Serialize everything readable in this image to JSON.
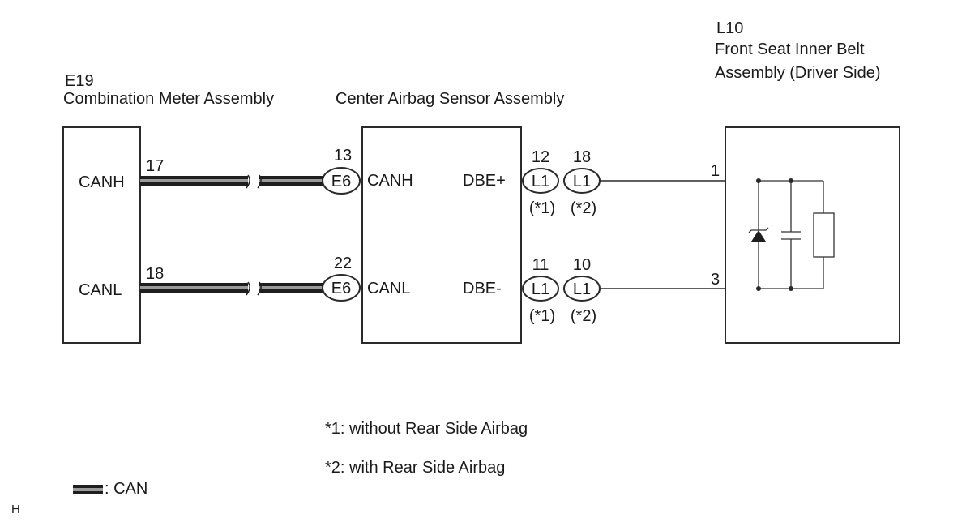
{
  "components": {
    "meter": {
      "code": "E19",
      "name": "Combination Meter Assembly",
      "pin_canh_label": "CANH",
      "pin_canl_label": "CANL",
      "pin_canh_no": "17",
      "pin_canl_no": "18"
    },
    "sensor": {
      "name": "Center Airbag Sensor Assembly",
      "pin_canh_label": "CANH",
      "pin_canl_label": "CANL",
      "pin_dbe_plus_label": "DBE+",
      "pin_dbe_minus_label": "DBE-"
    },
    "belt": {
      "code": "L10",
      "name_line1": "Front Seat Inner Belt",
      "name_line2": "Assembly (Driver Side)",
      "pin1": "1",
      "pin3": "3"
    }
  },
  "connectors": {
    "e6_canh": {
      "label": "E6",
      "pin": "13"
    },
    "e6_canl": {
      "label": "E6",
      "pin": "22"
    },
    "l1_dbe_plus_a": {
      "label": "L1",
      "pin": "12",
      "note": "(*1)"
    },
    "l1_dbe_plus_b": {
      "label": "L1",
      "pin": "18",
      "note": "(*2)"
    },
    "l1_dbe_minus_a": {
      "label": "L1",
      "pin": "11",
      "note": "(*1)"
    },
    "l1_dbe_minus_b": {
      "label": "L1",
      "pin": "10",
      "note": "(*2)"
    }
  },
  "notes": {
    "note1": "*1: without Rear Side Airbag",
    "note2": "*2: with Rear Side Airbag"
  },
  "legend": {
    "can_label": ": CAN"
  },
  "corner_mark": "H"
}
